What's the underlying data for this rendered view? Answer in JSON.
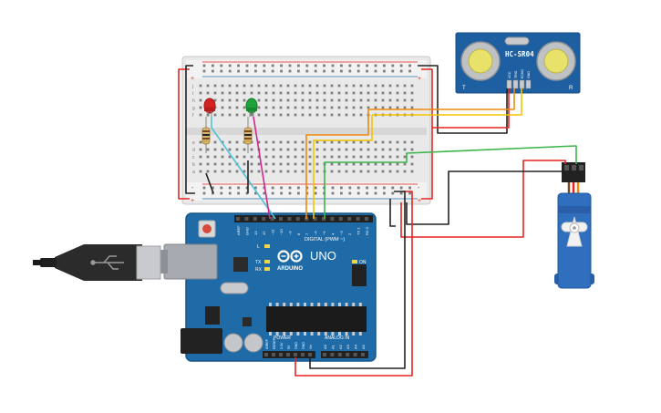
{
  "sensor": {
    "label": "HC-SR04",
    "pins": [
      "VCC",
      "TRIG",
      "ECHO",
      "GND"
    ],
    "mark_left": "T",
    "mark_right": "R"
  },
  "board": {
    "logo": "ARDUINO",
    "model": "UNO",
    "digital_label": "DIGITAL (PWM ~)",
    "power_label": "POWER",
    "analog_label": "ANALOG IN",
    "on_label": "ON",
    "led_l": "L",
    "led_tx": "TX",
    "led_rx": "RX",
    "top_pins": [
      "AREF",
      "GND",
      "13",
      "12",
      "~11",
      "~10",
      "~9",
      "8",
      "7",
      "~6",
      "~5",
      "4",
      "~3",
      "2",
      "TX 1",
      "RX 0"
    ],
    "power_pins": [
      "IOREF",
      "RESET",
      "3.3V",
      "5V",
      "GND",
      "GND",
      "Vin"
    ],
    "analog_pins": [
      "A0",
      "A1",
      "A2",
      "A3",
      "A4",
      "A5"
    ]
  },
  "breadboard": {
    "row_letters_top": [
      "j",
      "i",
      "h",
      "g",
      "f"
    ],
    "row_letters_bottom": [
      "e",
      "d",
      "c",
      "b",
      "a"
    ],
    "rail_minus": "-",
    "rail_plus": "+"
  },
  "colors": {
    "wire_red": "#e52521",
    "wire_black": "#222222",
    "wire_orange": "#f08a0b",
    "wire_yellow": "#f5c400",
    "wire_green": "#3cb54a",
    "wire_cyan": "#4dc3d6",
    "wire_magenta": "#d2278c",
    "board_blue": "#1e6ba8",
    "sensor_blue": "#1d5fa0",
    "servo_blue": "#2f6fbd",
    "led_red": "#d32222",
    "led_green": "#1fa23a"
  }
}
